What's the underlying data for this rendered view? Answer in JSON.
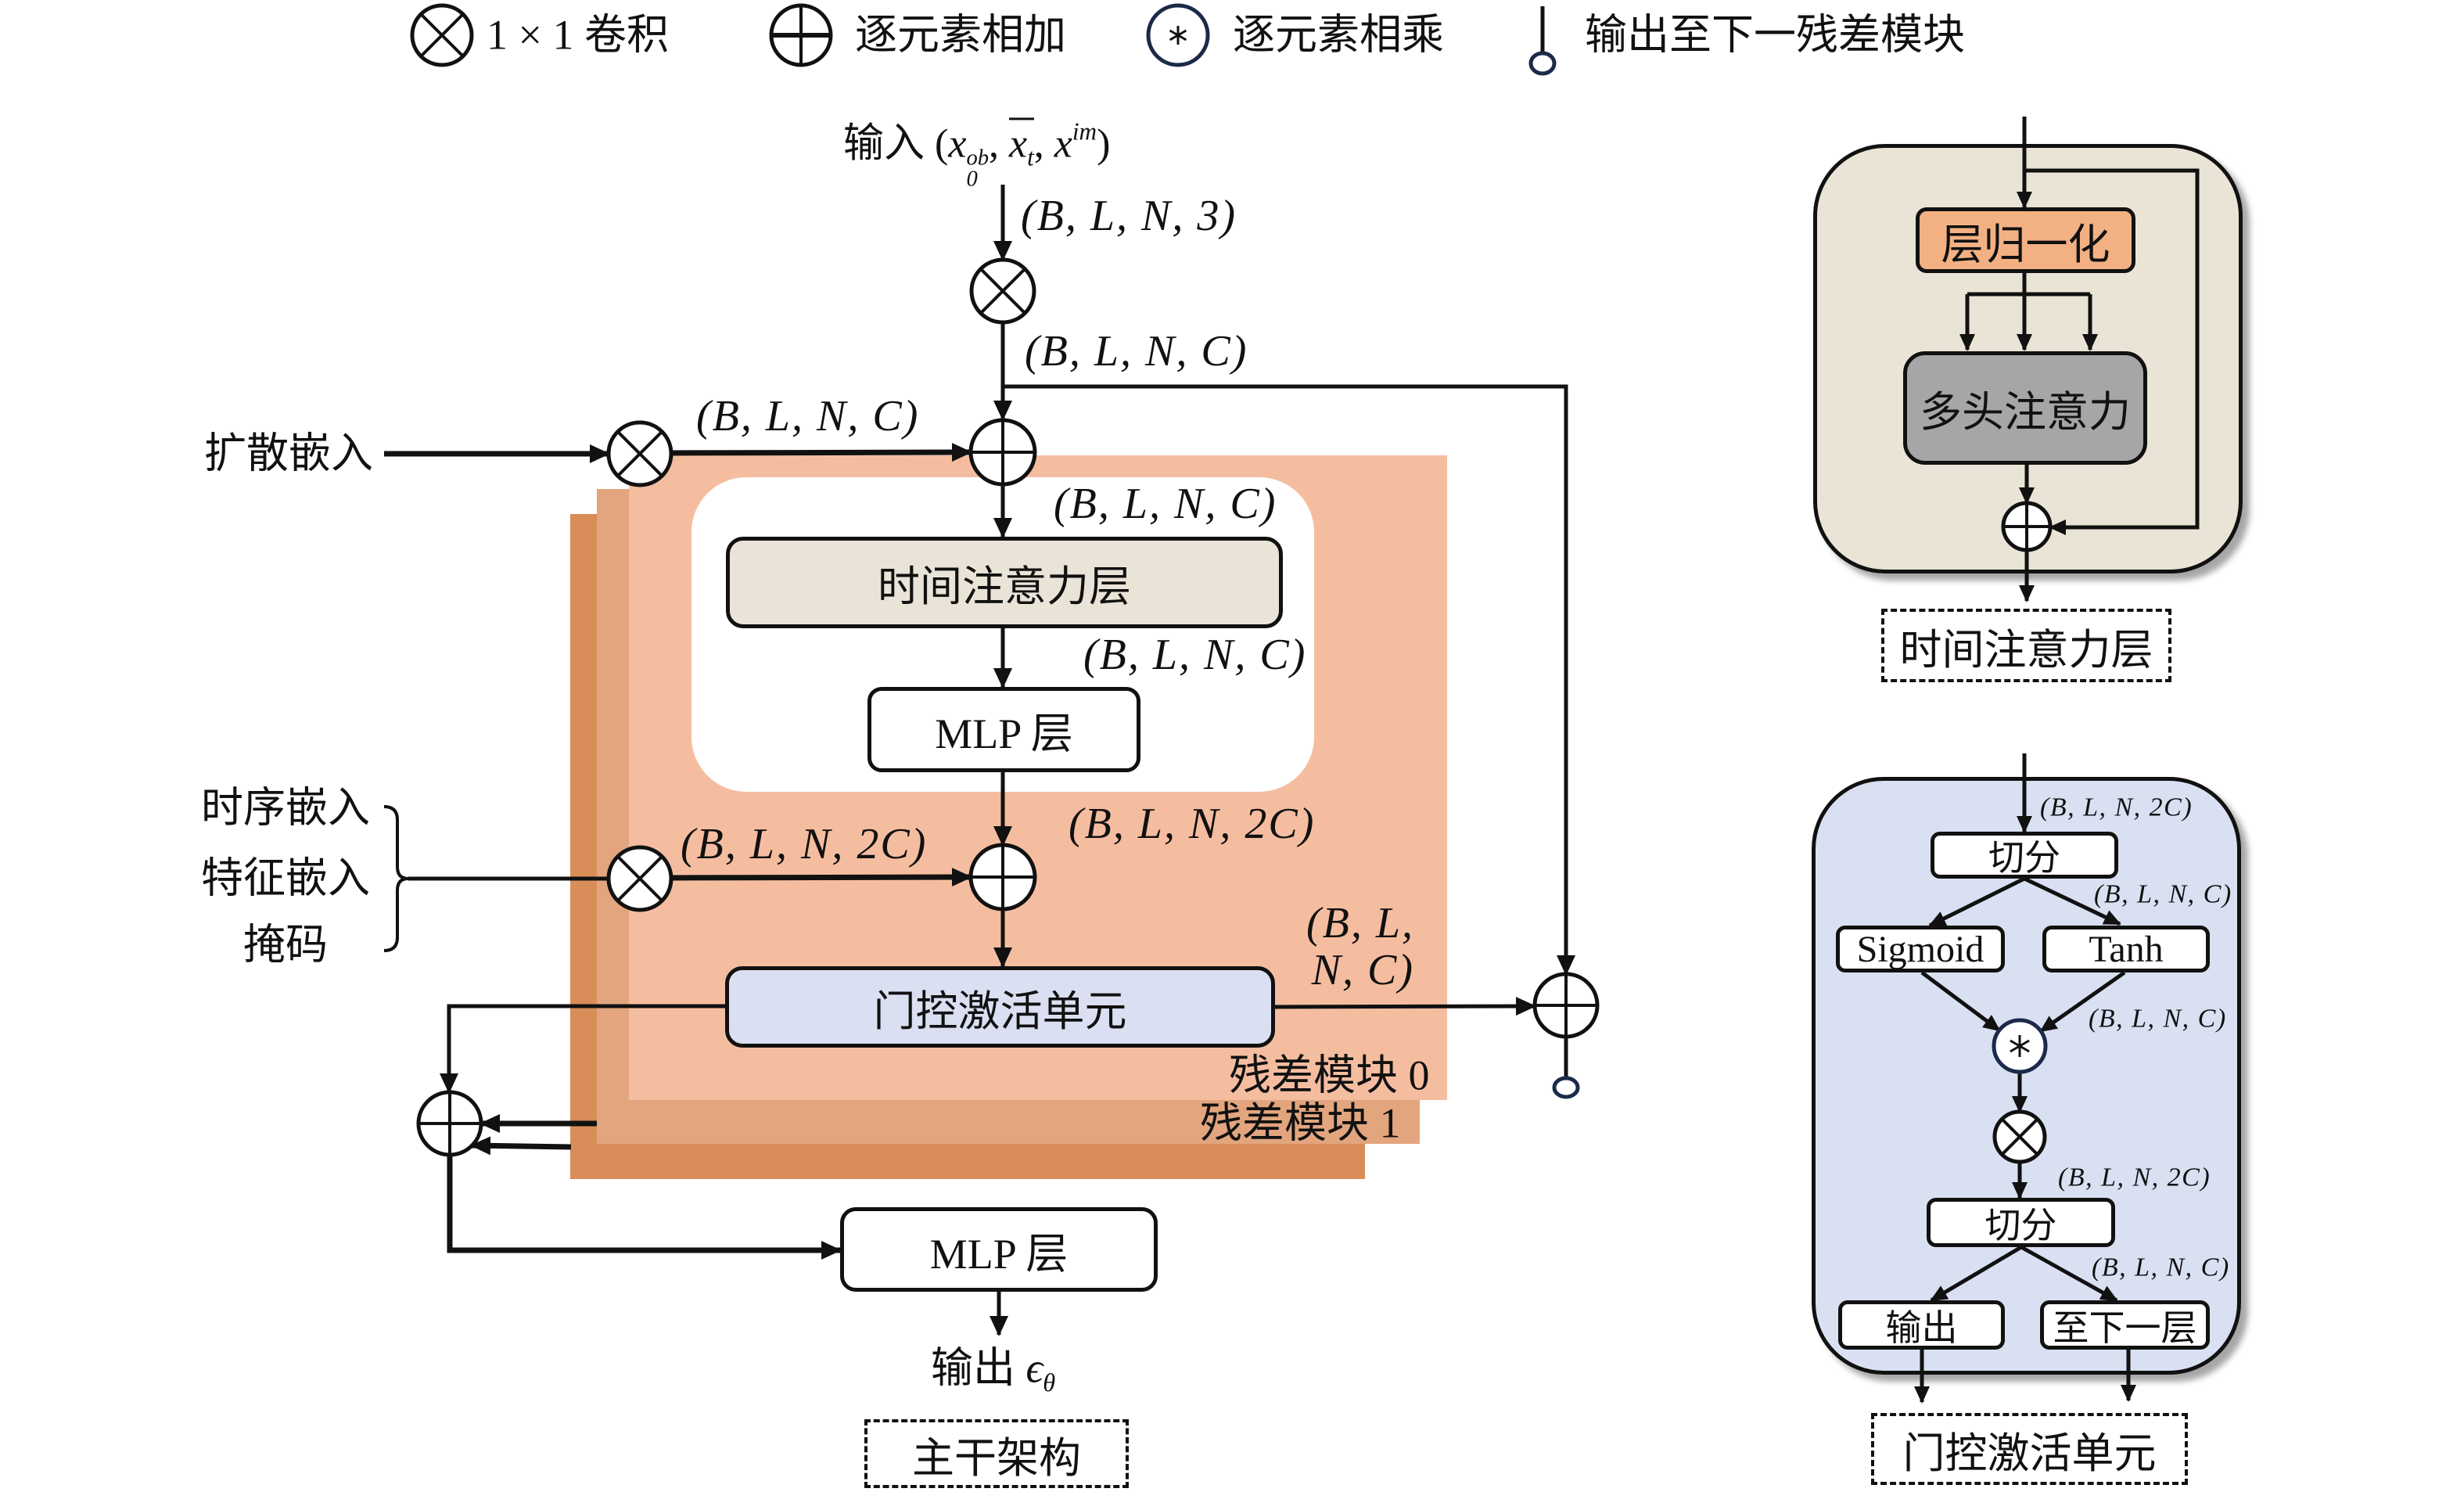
{
  "colors": {
    "residual_block_front": "#F5BDA0",
    "residual_block_middle": "#E2A57E",
    "residual_block_back": "#D98D59",
    "temporal_attention_box": "#EAE3D7",
    "gated_unit_box": "#DAE0F2",
    "temporal_attention_panel": "#EAE4D6",
    "gated_unit_panel": "#D9E0F2",
    "layer_norm_box": "#F3B183",
    "multi_head_attention_box": "#A6A6A6",
    "operator_multiply_stroke": "#1B2A4A"
  },
  "legend": [
    {
      "icon": "conv-1x1-icon",
      "label": "1 × 1 卷积"
    },
    {
      "icon": "elementwise-add-icon",
      "label": "逐元素相加"
    },
    {
      "icon": "elementwise-multiply-icon",
      "label": "逐元素相乘"
    },
    {
      "icon": "output-to-next-residual-block-icon",
      "label": "输出至下一残差模块"
    }
  ],
  "backbone": {
    "input": {
      "label": "输入",
      "formula": {
        "open": "(",
        "close": ")",
        "separator": ", ",
        "terms": [
          {
            "base": "x",
            "sub": "0",
            "sup": "ob"
          },
          {
            "base": "x",
            "sub": "t",
            "overline": true
          },
          {
            "base": "x",
            "sup": "im"
          }
        ]
      }
    },
    "shapes": {
      "input": "(B, L, N, 3)",
      "after_input_conv": "(B, L, N, C)",
      "diffusion_embedding": "(B, L, N, C)",
      "after_diffusion_add": "(B, L, N, C)",
      "after_temporal_attention": "(B, L, N, C)",
      "after_mlp": "(B, L, N, 2C)",
      "conditional_inputs": "(B, L, N, 2C)",
      "gated_output": [
        "(B, L,",
        "N, C)"
      ]
    },
    "diffusion_embedding": "扩散嵌入",
    "conditional_inputs": [
      "时序嵌入",
      "特征嵌入",
      "掩码"
    ],
    "temporal_attention_layer": "时间注意力层",
    "mlp_layer": "MLP 层",
    "gated_activation_unit": "门控激活单元",
    "residual_blocks": [
      "残差模块 0",
      "残差模块 1"
    ],
    "output_mlp_layer": "MLP 层",
    "output": {
      "label": "输出",
      "symbol": "ϵ",
      "symbol_sub": "θ"
    },
    "caption": "主干架构"
  },
  "temporal_attention_detail": {
    "layer_norm": "层归一化",
    "multi_head_attention": "多头注意力",
    "caption": "时间注意力层"
  },
  "gated_activation_detail": {
    "shapes": {
      "input": "(B, L, N, 2C)",
      "after_split": "(B, L, N, C)",
      "after_activations": "(B, L, N, C)",
      "after_conv": "(B, L, N, 2C)",
      "after_second_split": "(B, L, N, C)"
    },
    "split": "切分",
    "sigmoid": "Sigmoid",
    "tanh": "Tanh",
    "second_split": "切分",
    "output": "输出",
    "to_next_layer": "至下一层",
    "caption": "门控激活单元"
  }
}
